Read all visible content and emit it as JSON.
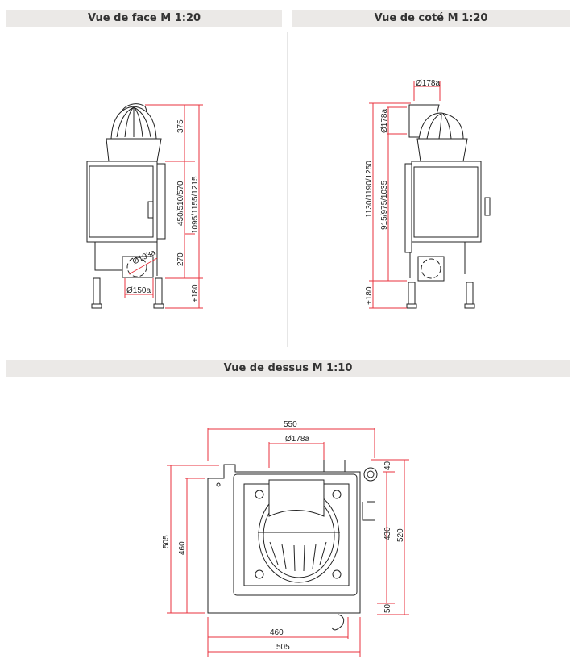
{
  "headers": {
    "front": "Vue de face M 1:20",
    "side": "Vue de coté M 1:20",
    "top": "Vue de dessus M 1:10"
  },
  "front": {
    "d375": "375",
    "d450": "450/510/570",
    "d1095": "1095/1155/1215",
    "d270": "270",
    "d180": "+180",
    "flue": "Ø193a",
    "air": "Ø150a"
  },
  "side": {
    "flue_top": "Ø178a",
    "flue_side": "Ø178a",
    "d1130": "1130/1190/1250",
    "d915": "915/975/1035",
    "d180": "+180"
  },
  "top": {
    "w550": "550",
    "flue": "Ø178a",
    "h505": "505",
    "h460": "460",
    "h40": "40",
    "h430": "430",
    "h520": "520",
    "h50": "50",
    "w460": "460",
    "w505": "505"
  },
  "colors": {
    "dimension": "#e8323c",
    "header": "#ebe9e7"
  }
}
